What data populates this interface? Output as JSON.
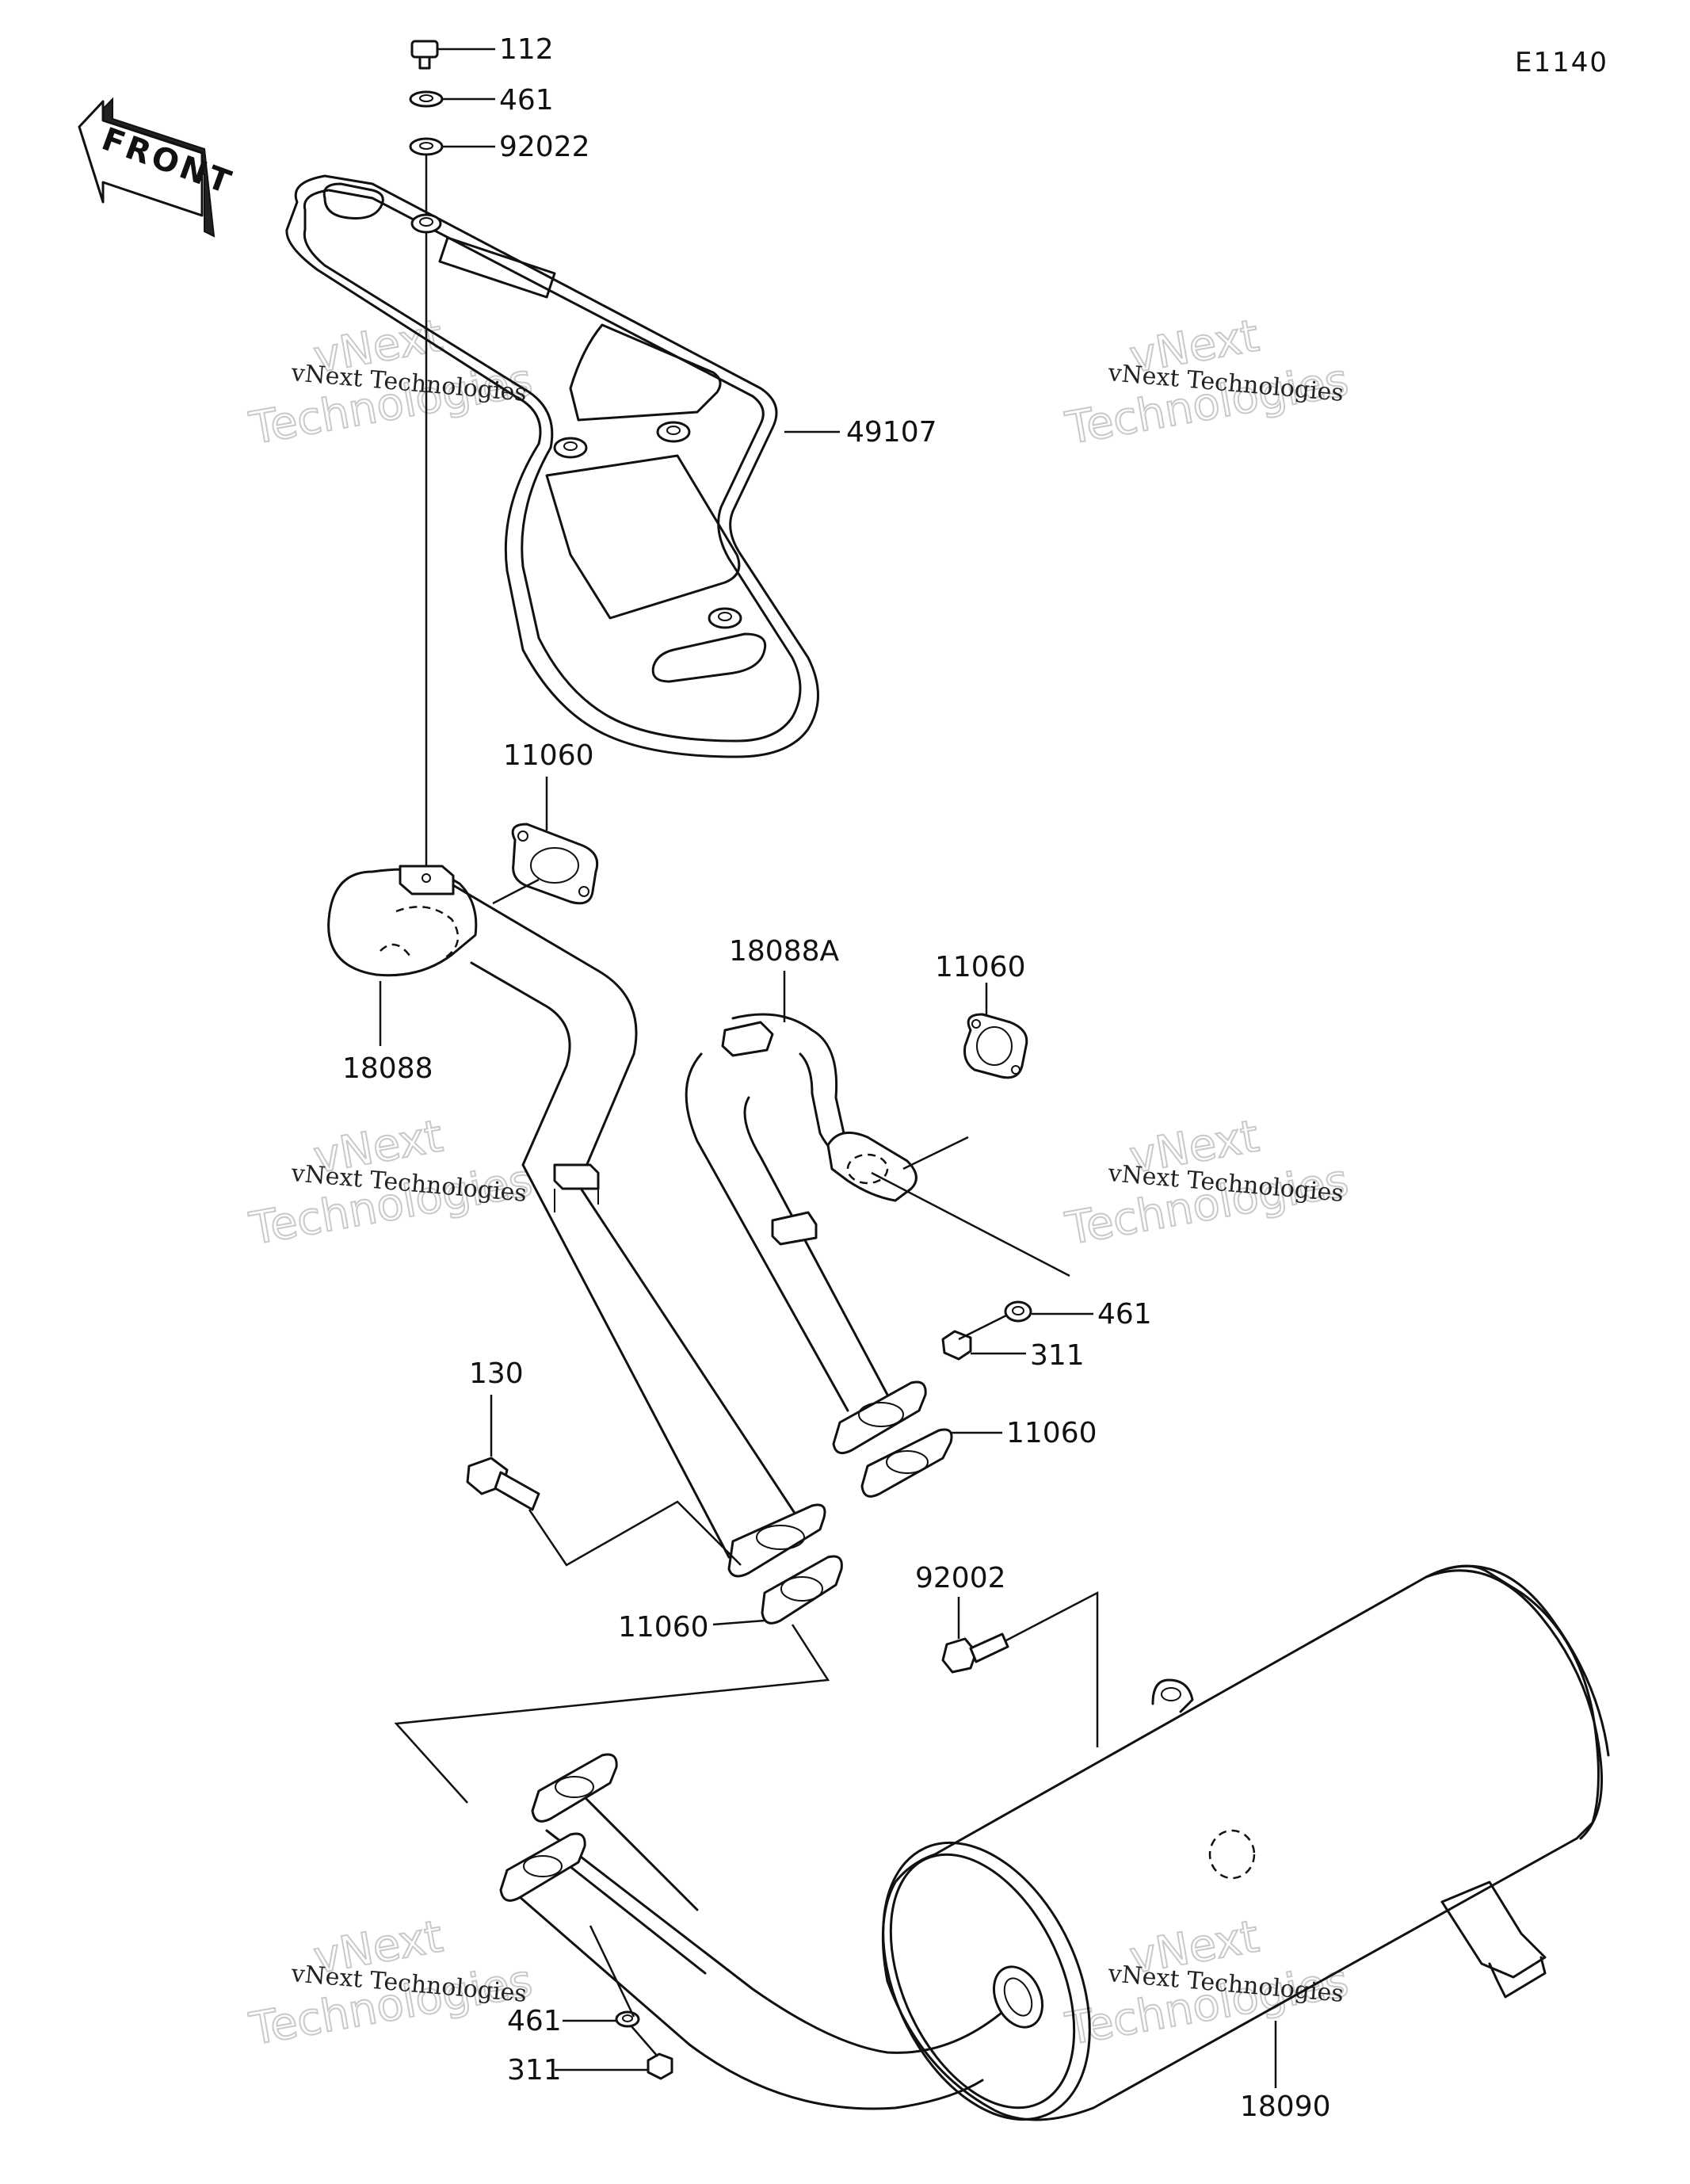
{
  "diagram_code": "E1140",
  "front_label": "FRONT",
  "watermark": {
    "line1": "vNext Technologies",
    "big_top": "vNext",
    "big_bottom": "Technologies"
  },
  "callouts": {
    "c112": "112",
    "c461_top": "461",
    "c92022": "92022",
    "c49107": "49107",
    "c11060_a": "11060",
    "c18088": "18088",
    "c18088A": "18088A",
    "c11060_b": "11060",
    "c461_mid": "461",
    "c311_mid": "311",
    "c11060_c": "11060",
    "c130": "130",
    "c11060_d": "11060",
    "c92002": "92002",
    "c461_bot": "461",
    "c311_bot": "311",
    "c18090": "18090"
  }
}
